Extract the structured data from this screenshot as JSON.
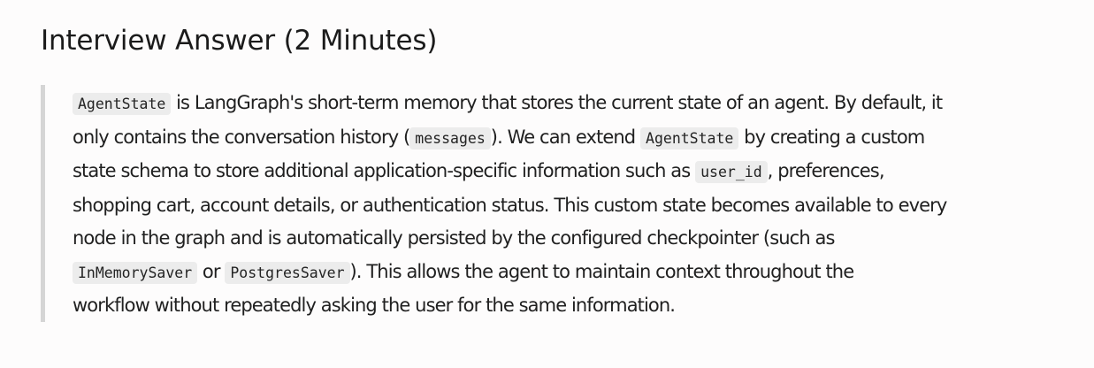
{
  "heading": "Interview Answer (2 Minutes)",
  "answer": {
    "l1": {
      "c1": "AgentState",
      "t1": " is LangGraph's short-term memory that stores the current state of an agent. By default, it"
    },
    "l2": {
      "t1": "only contains the conversation history (",
      "c1": "messages",
      "t2": "). We can extend ",
      "c2": "AgentState",
      "t3": " by creating a custom"
    },
    "l3": {
      "t1": "state schema to store additional application-specific information such as ",
      "c1": "user_id",
      "t2": ", preferences,"
    },
    "l4": {
      "t1": "shopping cart, account details, or authentication status. This custom state becomes available to every"
    },
    "l5": {
      "t1": "node in the graph and is automatically persisted by the configured checkpointer (such as"
    },
    "l6": {
      "c1": "InMemorySaver",
      "t1": " or ",
      "c2": "PostgresSaver",
      "t2": "). This allows the agent to maintain context throughout the"
    },
    "l7": {
      "t1": "workflow without repeatedly asking the user for the same information."
    }
  }
}
